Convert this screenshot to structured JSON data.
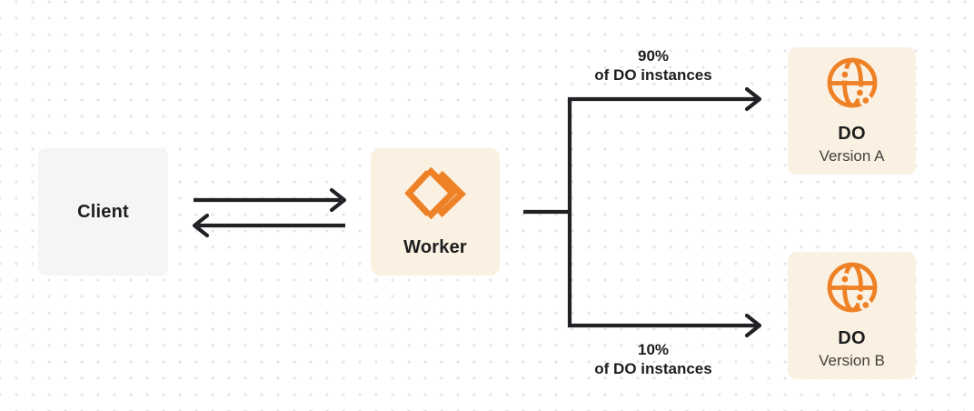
{
  "colors": {
    "orange": "#EE8126",
    "cream": "#FAF1E2",
    "client_fill": "#F5F5F7",
    "line": "#202124",
    "text": "#1D1D1F",
    "subtext": "#44403C",
    "dot": "#E5E4E6",
    "canvas_bg": "#FFFFFF"
  },
  "nodes": {
    "client": {
      "label": "Client"
    },
    "worker": {
      "label": "Worker",
      "icon": "cloudflare-workers-icon"
    },
    "do_version_a": {
      "title": "DO",
      "subtitle": "Version A",
      "icon": "globe-icon"
    },
    "do_version_b": {
      "title": "DO",
      "subtitle": "Version B",
      "icon": "globe-icon"
    }
  },
  "edges": {
    "split_top": {
      "percent": "90%",
      "caption": "of DO instances"
    },
    "split_bottom": {
      "percent": "10%",
      "caption": "of DO instances"
    }
  }
}
